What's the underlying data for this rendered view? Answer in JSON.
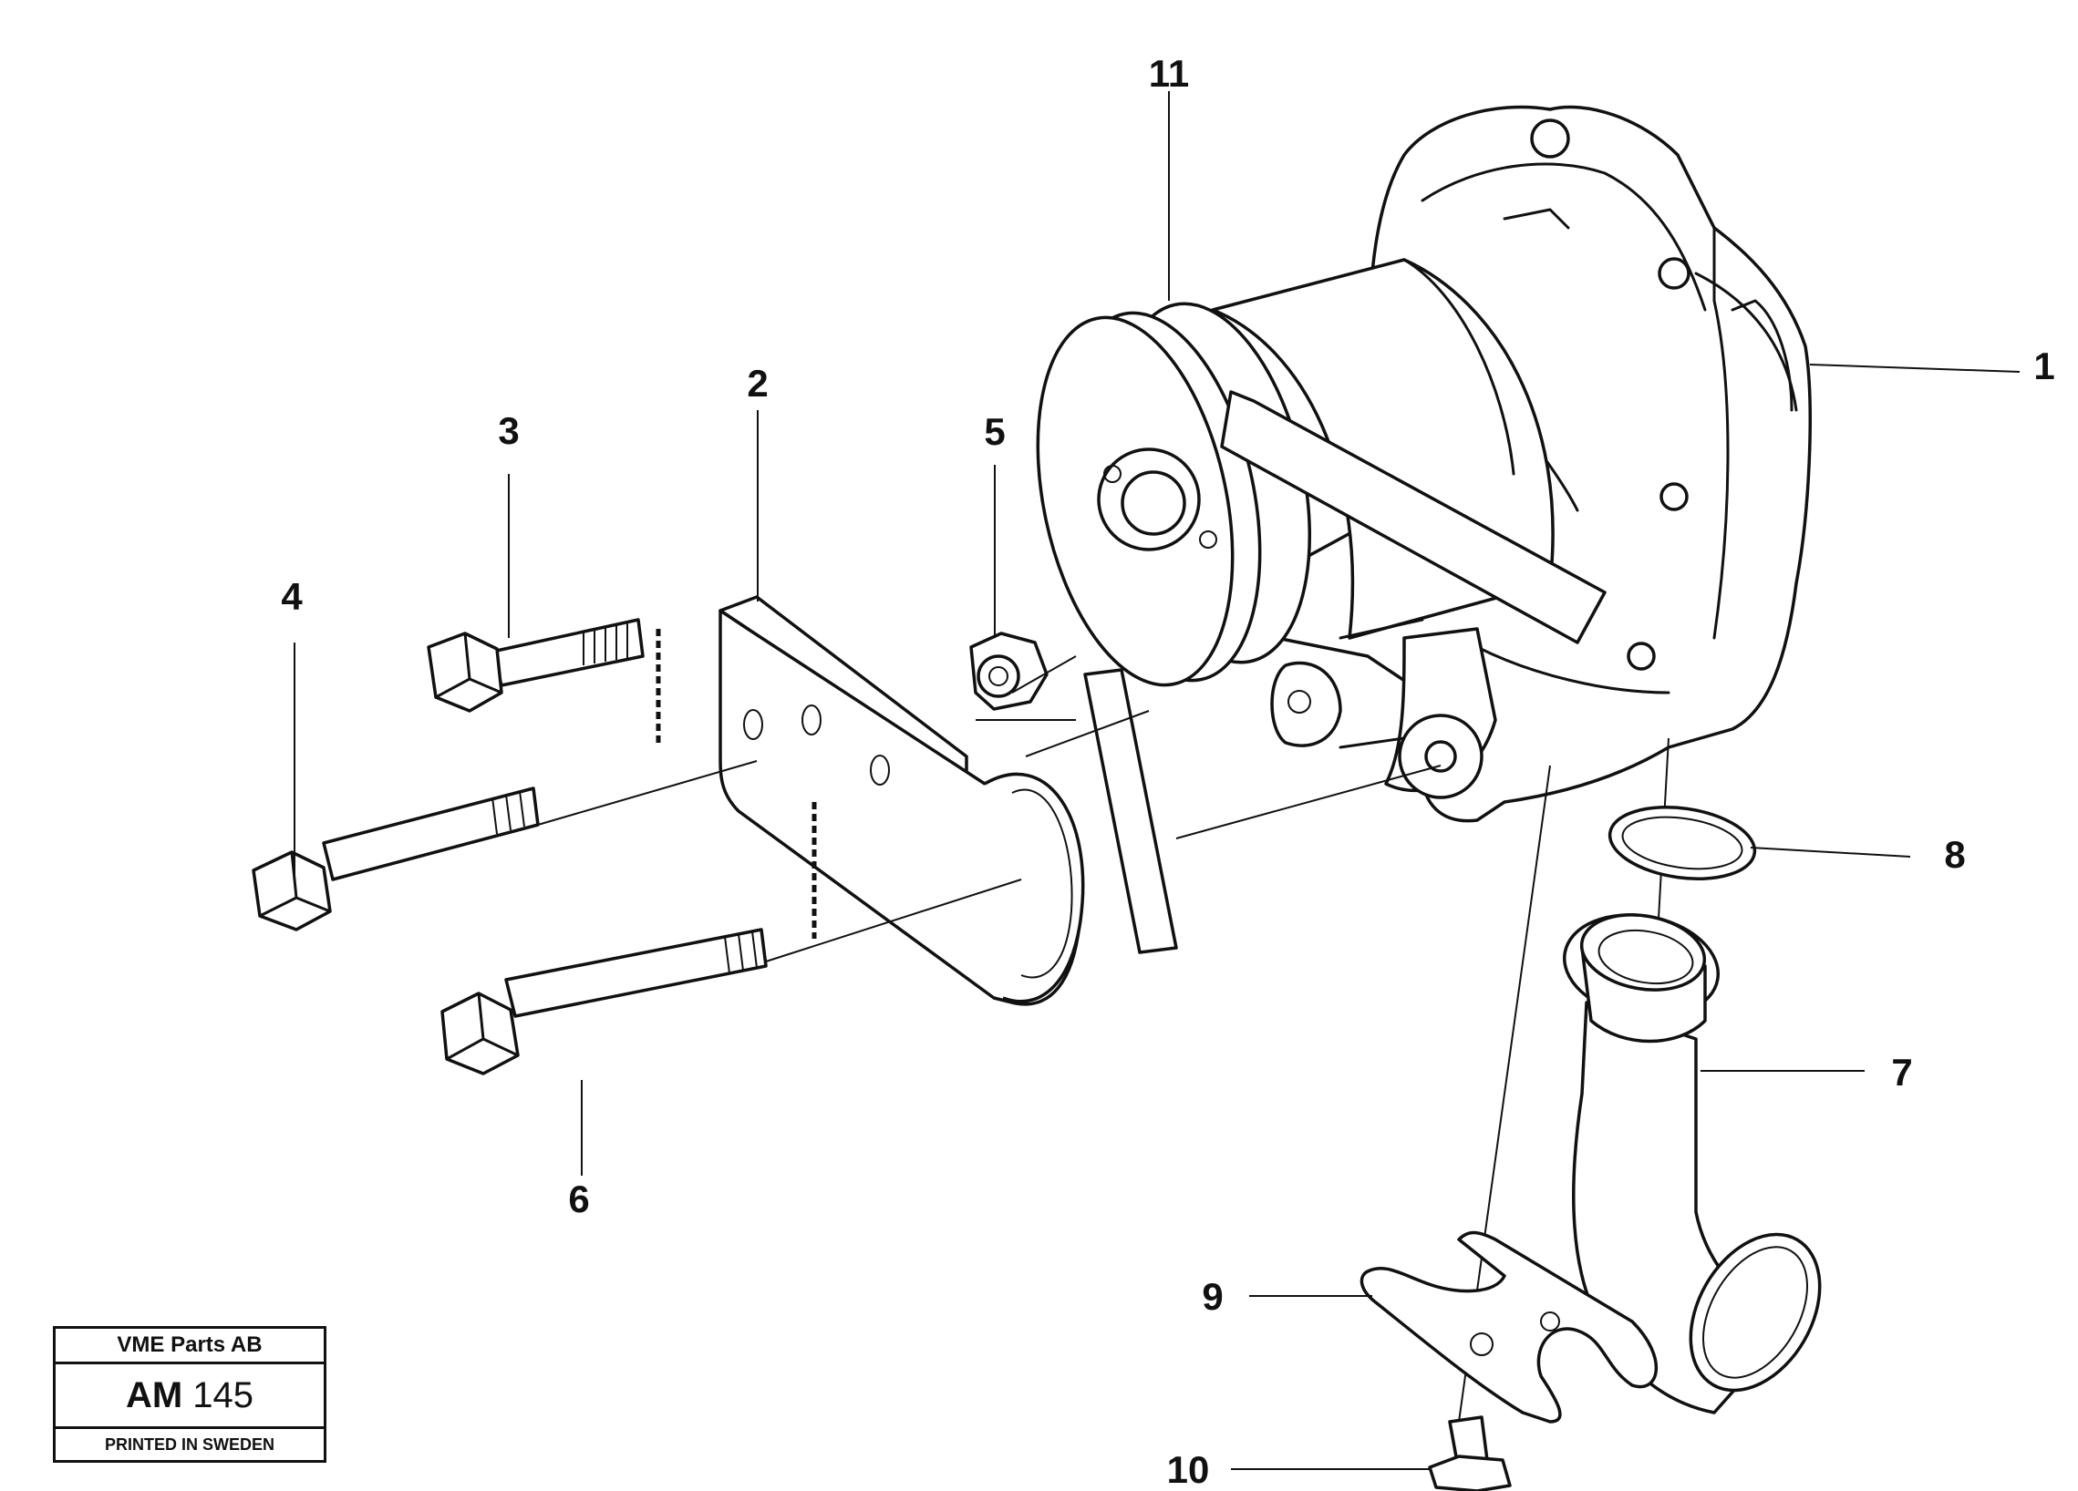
{
  "diagram": {
    "callouts": [
      "1",
      "2",
      "3",
      "4",
      "5",
      "6",
      "7",
      "8",
      "9",
      "10",
      "11"
    ]
  },
  "stamp": {
    "company": "VME Parts AB",
    "code_prefix": "AM",
    "code_number": "145",
    "printed": "PRINTED IN SWEDEN"
  }
}
